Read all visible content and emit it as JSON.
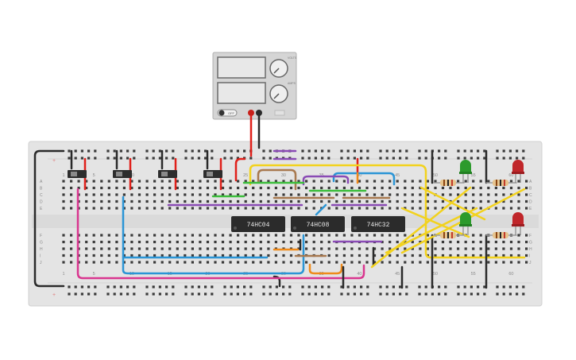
{
  "power_supply": {
    "knob_top_label": "VOLTS",
    "knob_bottom_label": "AMPS",
    "power_switch_label": "OFF"
  },
  "breadboard": {
    "row_labels": [
      "A",
      "B",
      "C",
      "D",
      "E",
      "F",
      "G",
      "H",
      "I",
      "J"
    ],
    "column_numbers_top": [
      "1",
      "5",
      "10",
      "15",
      "20",
      "25",
      "30",
      "35",
      "40",
      "45",
      "50",
      "55",
      "60"
    ],
    "column_numbers_bottom": [
      "1",
      "5",
      "10",
      "15",
      "20",
      "25",
      "30",
      "35",
      "40",
      "45",
      "50",
      "55",
      "60"
    ],
    "rail_plus_symbol": "+",
    "rail_minus_symbol": "−"
  },
  "chips": [
    {
      "label": "74HC04"
    },
    {
      "label": "74HC08"
    },
    {
      "label": "74HC32"
    }
  ],
  "colors": {
    "breadboard": "#e4e4e4",
    "wire_red": "#e0201a",
    "wire_black": "#2a2a2a",
    "wire_yellow": "#f2d21e",
    "wire_blue": "#2b95d6",
    "wire_pink": "#d9368f",
    "wire_purple": "#8a4bb5",
    "wire_green": "#3cbe3c",
    "wire_orange": "#ef8a1a",
    "wire_brown": "#a8794f",
    "led_green": "#2c9a2c",
    "led_red": "#c0262a"
  }
}
